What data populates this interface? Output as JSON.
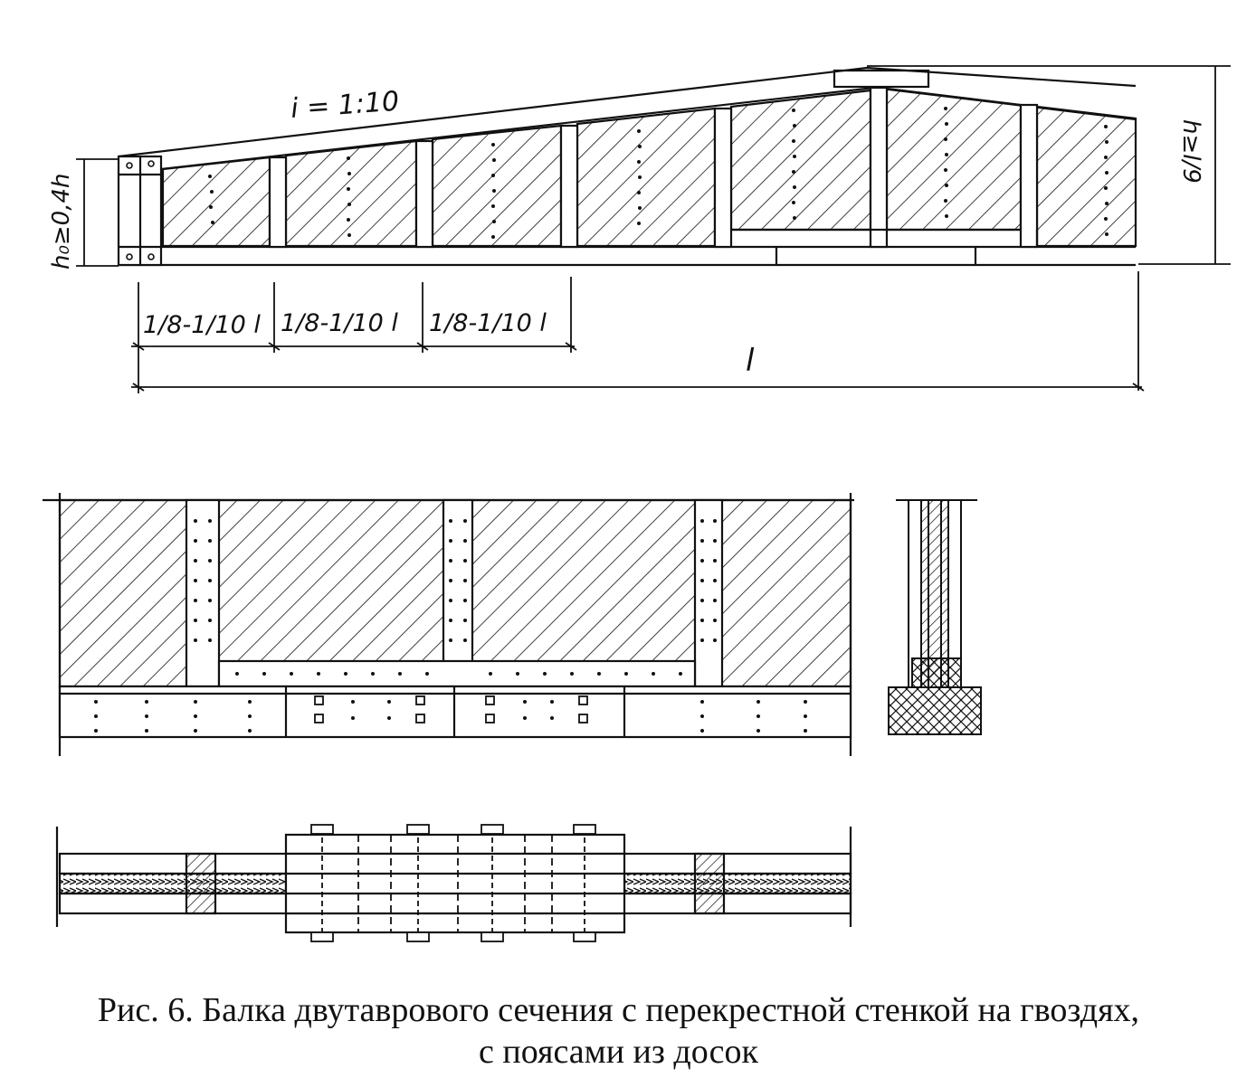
{
  "figure": {
    "slope_label": "i = 1:10",
    "h0_label": "h₀≥0,4h",
    "h_label": "h≥l/9",
    "panel_labels": [
      "1/8-1/10 l",
      "1/8-1/10 l",
      "1/8-1/10 l"
    ],
    "span_label": "l"
  },
  "caption": {
    "line1": "Рис. 6. Балка двутаврового сечения с перекрестной стенкой на гвоздях,",
    "line2": "с поясами из досок"
  }
}
